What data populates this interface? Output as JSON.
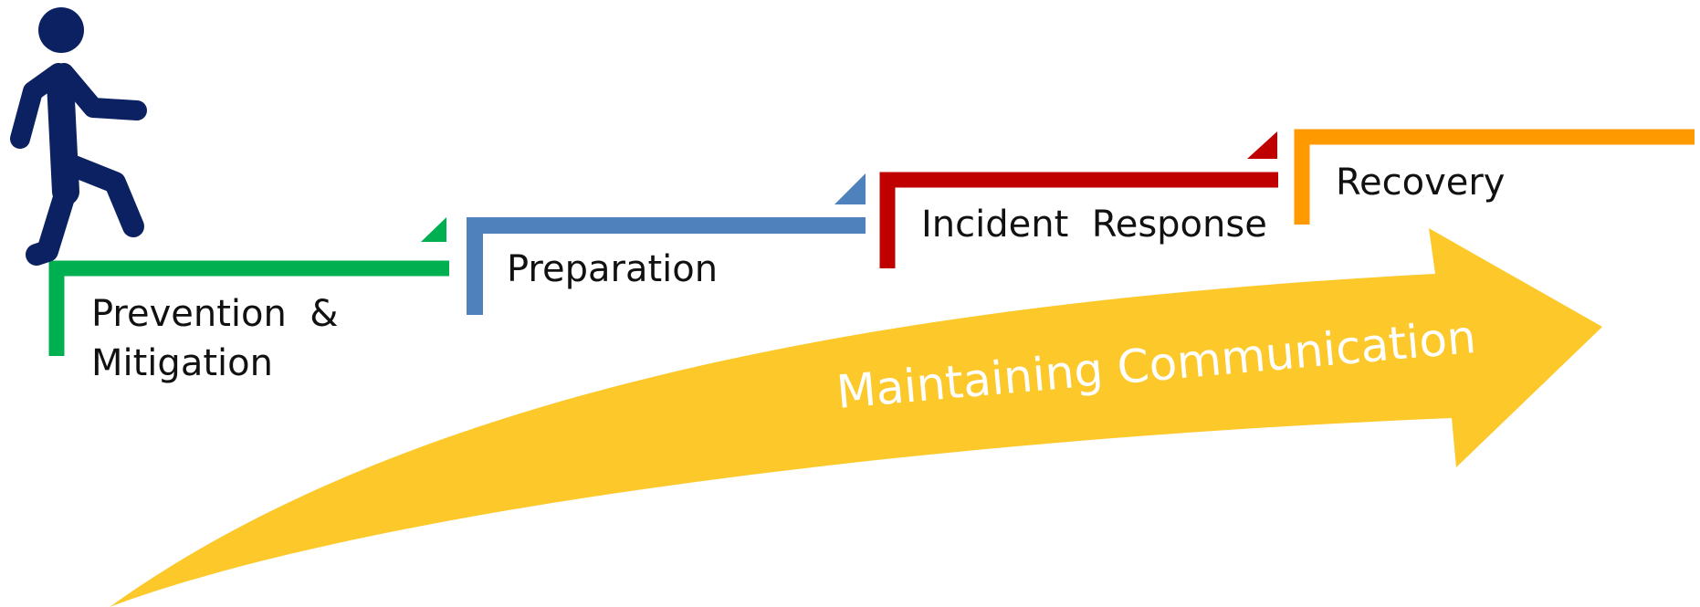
{
  "figure": {
    "walker_icon": "person-walking-icon",
    "colors": {
      "walker": "#0b2161",
      "arrow": "#fcc82a",
      "arrow_text": "#ffffff",
      "label_text": "#111111"
    },
    "steps": [
      {
        "label_line1": "Prevention  &",
        "label_line2": "Mitigation",
        "color": "#00b050"
      },
      {
        "label_line1": "Preparation",
        "label_line2": "",
        "color": "#4f81bd"
      },
      {
        "label_line1": "Incident  Response",
        "label_line2": "",
        "color": "#c00000"
      },
      {
        "label_line1": "Recovery",
        "label_line2": "",
        "color": "#ff9900"
      }
    ],
    "arrow_label": "Maintaining Communication"
  }
}
